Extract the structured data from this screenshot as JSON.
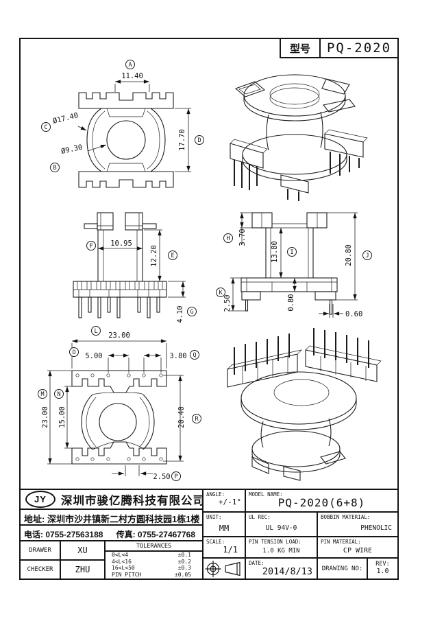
{
  "page": {
    "model_label": "型号",
    "model_value": "PQ-2020"
  },
  "dims": {
    "front": {
      "mk_a": "A",
      "top_width": "11.40",
      "mk_c": "C",
      "outer_dia": "Ø17.40",
      "mk_b": "B",
      "hole_dia": "Ø9.30",
      "mk_d": "D",
      "side_height": "17.70"
    },
    "side_left": {
      "mk_f": "F",
      "col_width": "10.95",
      "mk_e": "E",
      "col_height": "12.20",
      "mk_g": "G",
      "base_height": "4.10"
    },
    "side_right": {
      "mk_h": "H",
      "flange_height": "3.70",
      "mk_i": "I",
      "mid_height": "13.80",
      "mk_j": "J",
      "total_height": "20.80",
      "mk_k": "K",
      "pin_length": "2.50",
      "flange_thickness": "0.80",
      "pin_width": "0.60"
    },
    "plan": {
      "mk_l": "L",
      "top_width": "23.00",
      "mk_o": "O",
      "pitch_left": "5.00",
      "mk_q": "Q",
      "pitch_right": "3.80",
      "mk_m": "M",
      "left_height": "23.00",
      "mk_n": "N",
      "inner_height": "15.00",
      "mk_r": "R",
      "right_height": "20.40",
      "mk_p": "P",
      "edge_offset": "2.50"
    }
  },
  "title_block": {
    "logo": "JY",
    "company": "深圳市骏亿腾科技有限公司",
    "address_label": "地址:",
    "address": "深圳市沙井镇新二村方圆科技园1栋1楼",
    "phone_label": "电话:",
    "phone": "0755-27563188",
    "fax_label": "传真:",
    "fax": "0755-27467768",
    "drawer_label": "DRAWER",
    "drawer": "XU",
    "checker_label": "CHECKER",
    "checker": "ZHU",
    "tolerances_title": "TOLERANCES",
    "tolerances": [
      {
        "range": "0<L<4",
        "tol": "±0.1"
      },
      {
        "range": "4<L<16",
        "tol": "±0.2"
      },
      {
        "range": "16<L<50",
        "tol": "±0.3"
      },
      {
        "range": "PIN PITCH",
        "tol": "±0.05"
      }
    ],
    "angle_label": "ANGLE:",
    "angle": "+/-1°",
    "unit_label": "UNIT:",
    "unit": "MM",
    "scale_label": "SCALE:",
    "scale": "1/1",
    "model_name_label": "MODEL NAME:",
    "model_name": "PQ-2020(6+8)",
    "ul_label": "UL REC:",
    "ul": "UL 94V-0",
    "bobbin_material_label": "BOBBIN MATERIAL:",
    "bobbin_material": "PHENOLIC",
    "pin_tension_label": "PIN TENSION LOAD:",
    "pin_tension": "1.0 KG MIN",
    "pin_material_label": "PIN MATERIAL:",
    "pin_material": "CP WIRE",
    "date_label": "DATE:",
    "date": "2014/8/13",
    "drawing_no_label": "DRAWING NO:",
    "rev_label": "REV:",
    "rev": "1.0"
  }
}
